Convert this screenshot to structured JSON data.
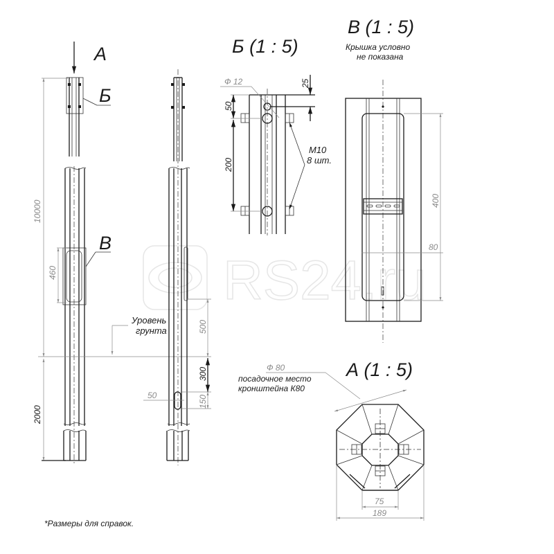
{
  "drawing": {
    "note": "*Размеры для справок.",
    "watermark": "RS24.ru",
    "colors": {
      "line": "#1a1a1a",
      "dimension": "#8a8a8a",
      "background": "#ffffff",
      "watermark": "#e6e6e6"
    }
  },
  "view_main": {
    "arrow_label": "А",
    "callout_b": "Б",
    "callout_v": "В",
    "dim_total": "10000",
    "dim_door": "460",
    "dim_underground": "2000",
    "ground_label_line1": "Уровень",
    "ground_label_line2": "грунта"
  },
  "view_side": {
    "dim_500": "500",
    "dim_300": "300",
    "dim_150": "150",
    "dim_50": "50"
  },
  "detail_b": {
    "title": "Б (1 : 5)",
    "dim_hole": "Ф 12",
    "dim_25": "25",
    "dim_50": "50",
    "dim_200": "200",
    "bolt_label_line1": "М10",
    "bolt_label_line2": "8 шт."
  },
  "detail_v": {
    "title": "В (1 : 5)",
    "subtitle_line1": "Крышка условно",
    "subtitle_line2": "не показана",
    "dim_400": "400",
    "dim_80": "80"
  },
  "detail_a": {
    "title": "А (1 : 5)",
    "dim_diameter": "Ф 80",
    "label_line1": "посадочное место",
    "label_line2": "кронштейна К80",
    "dim_75": "75",
    "dim_189": "189"
  }
}
